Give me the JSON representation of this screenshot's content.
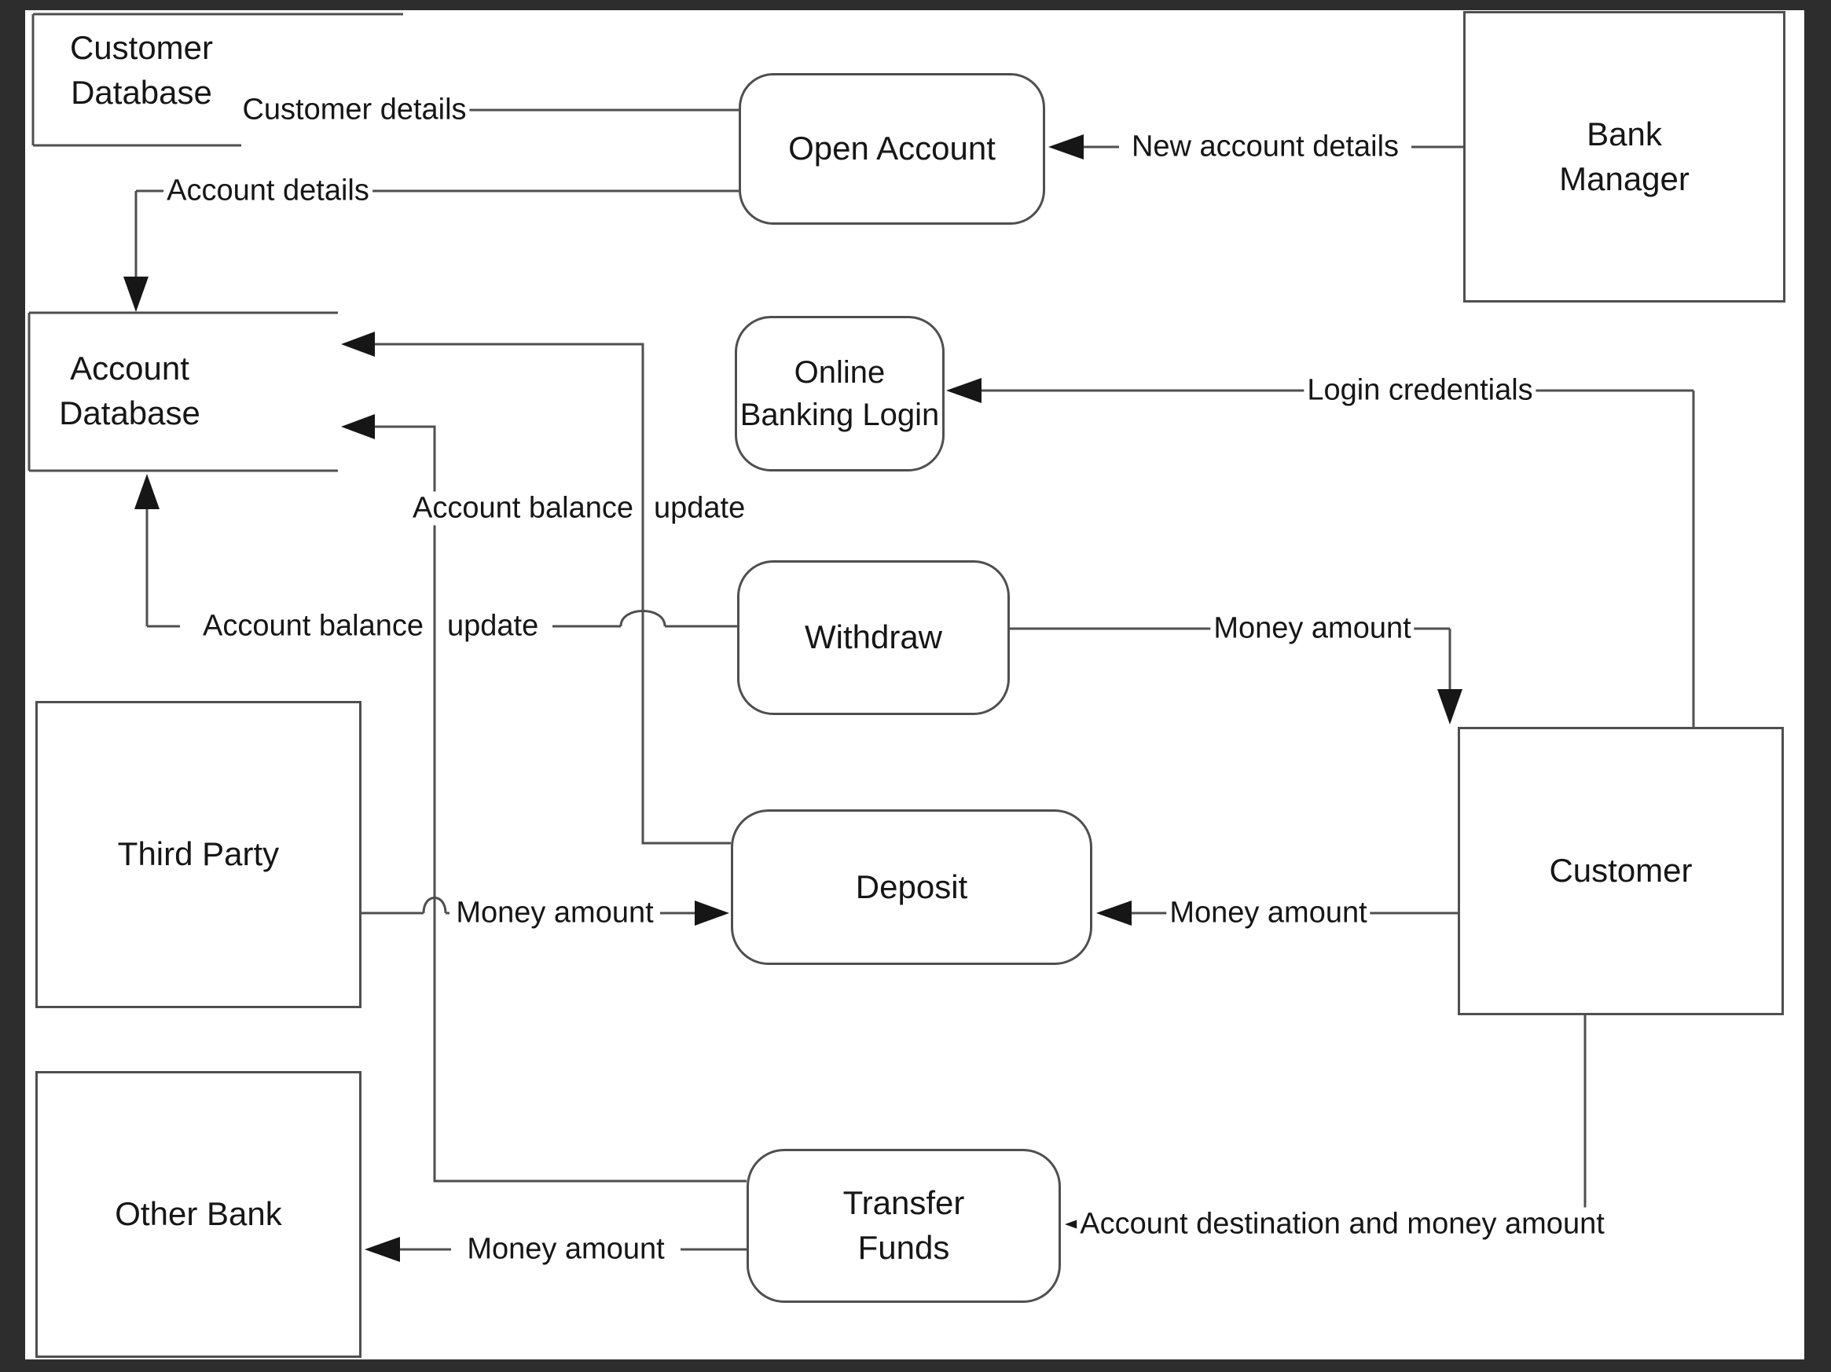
{
  "diagram": {
    "type": "data-flow-diagram",
    "colors": {
      "frame": "#2d2d2d",
      "canvas": "#ffffff",
      "line": "#4f4f4f",
      "arrow": "#161616",
      "text": "#161616"
    },
    "nodes": {
      "customer_database": {
        "label": "Customer\nDatabase",
        "type": "data-store"
      },
      "account_database": {
        "label": "Account\nDatabase",
        "type": "data-store"
      },
      "bank_manager": {
        "label": "Bank\nManager",
        "type": "external-entity"
      },
      "customer": {
        "label": "Customer",
        "type": "external-entity"
      },
      "third_party": {
        "label": "Third Party",
        "type": "external-entity"
      },
      "other_bank": {
        "label": "Other Bank",
        "type": "external-entity"
      },
      "open_account": {
        "label": "Open Account",
        "type": "process"
      },
      "online_banking_login": {
        "label": "Online\nBanking Login",
        "type": "process"
      },
      "withdraw": {
        "label": "Withdraw",
        "type": "process"
      },
      "deposit": {
        "label": "Deposit",
        "type": "process"
      },
      "transfer_funds": {
        "label": "Transfer\nFunds",
        "type": "process"
      }
    },
    "flows": {
      "customer_details": "Customer details",
      "account_details": "Account details",
      "new_account_details": "New account details",
      "login_credentials": "Login credentials",
      "money_amount_withdraw_to_customer": "Money amount",
      "money_amount_customer_to_deposit": "Money amount",
      "money_amount_third_party_to_deposit": "Money amount",
      "money_amount_transfer_to_other_bank": "Money amount",
      "account_balance_update_deposit": {
        "part1": "Account balance",
        "part2": "update"
      },
      "account_balance_update_withdraw": {
        "part1": "Account balance",
        "part2": "update"
      },
      "account_destination_and_money_amount": "Account destination and money amount"
    }
  }
}
